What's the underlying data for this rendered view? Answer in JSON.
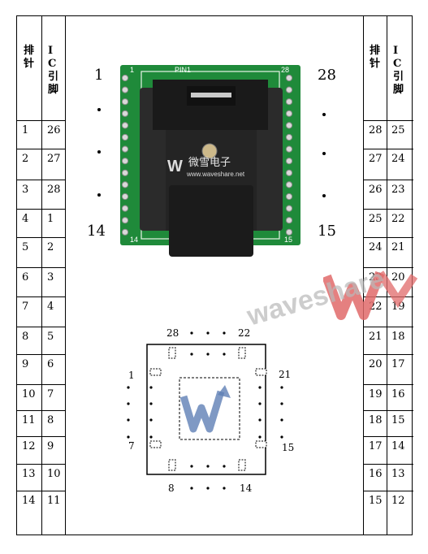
{
  "header": {
    "col_pin": "排针",
    "col_ic": "IC引脚"
  },
  "left_rows": [
    {
      "pin": "1",
      "ic": "26"
    },
    {
      "pin": "2",
      "ic": "27"
    },
    {
      "pin": "3",
      "ic": "28"
    },
    {
      "pin": "4",
      "ic": "1"
    },
    {
      "pin": "5",
      "ic": "2"
    },
    {
      "pin": "6",
      "ic": "3"
    },
    {
      "pin": "7",
      "ic": "4"
    },
    {
      "pin": "8",
      "ic": "5"
    },
    {
      "pin": "9",
      "ic": "6"
    },
    {
      "pin": "10",
      "ic": "7"
    },
    {
      "pin": "11",
      "ic": "8"
    },
    {
      "pin": "12",
      "ic": "9"
    },
    {
      "pin": "13",
      "ic": "10"
    },
    {
      "pin": "14",
      "ic": "11"
    }
  ],
  "right_rows": [
    {
      "pin": "28",
      "ic": "25"
    },
    {
      "pin": "27",
      "ic": "24"
    },
    {
      "pin": "26",
      "ic": "23"
    },
    {
      "pin": "25",
      "ic": "22"
    },
    {
      "pin": "24",
      "ic": "21"
    },
    {
      "pin": "23",
      "ic": "20"
    },
    {
      "pin": "22",
      "ic": "19"
    },
    {
      "pin": "21",
      "ic": "18"
    },
    {
      "pin": "20",
      "ic": "17"
    },
    {
      "pin": "19",
      "ic": "16"
    },
    {
      "pin": "18",
      "ic": "15"
    },
    {
      "pin": "17",
      "ic": "14"
    },
    {
      "pin": "16",
      "ic": "13"
    },
    {
      "pin": "15",
      "ic": "12"
    }
  ],
  "socket": {
    "label_tl": "1",
    "label_bl": "14",
    "label_tr": "28",
    "label_br": "15",
    "silk_pin1": "PIN1",
    "silk_1": "1",
    "silk_28": "28",
    "silk_14": "14",
    "silk_15": "15",
    "logo_cn": "微雪电子",
    "logo_url": "www.waveshare.net"
  },
  "chip": {
    "label_28": "28",
    "label_22": "22",
    "label_1": "1",
    "label_7": "7",
    "label_21": "21",
    "label_15": "15",
    "label_8": "8",
    "label_14": "14"
  },
  "watermark": "waveshare",
  "colors": {
    "pcb": "#1f8a3a",
    "socket": "#2a2a2a",
    "watermark_red": "#e06a6a",
    "watermark_gray": "#b9b9b9",
    "logo_blue": "#5f7fb5"
  }
}
